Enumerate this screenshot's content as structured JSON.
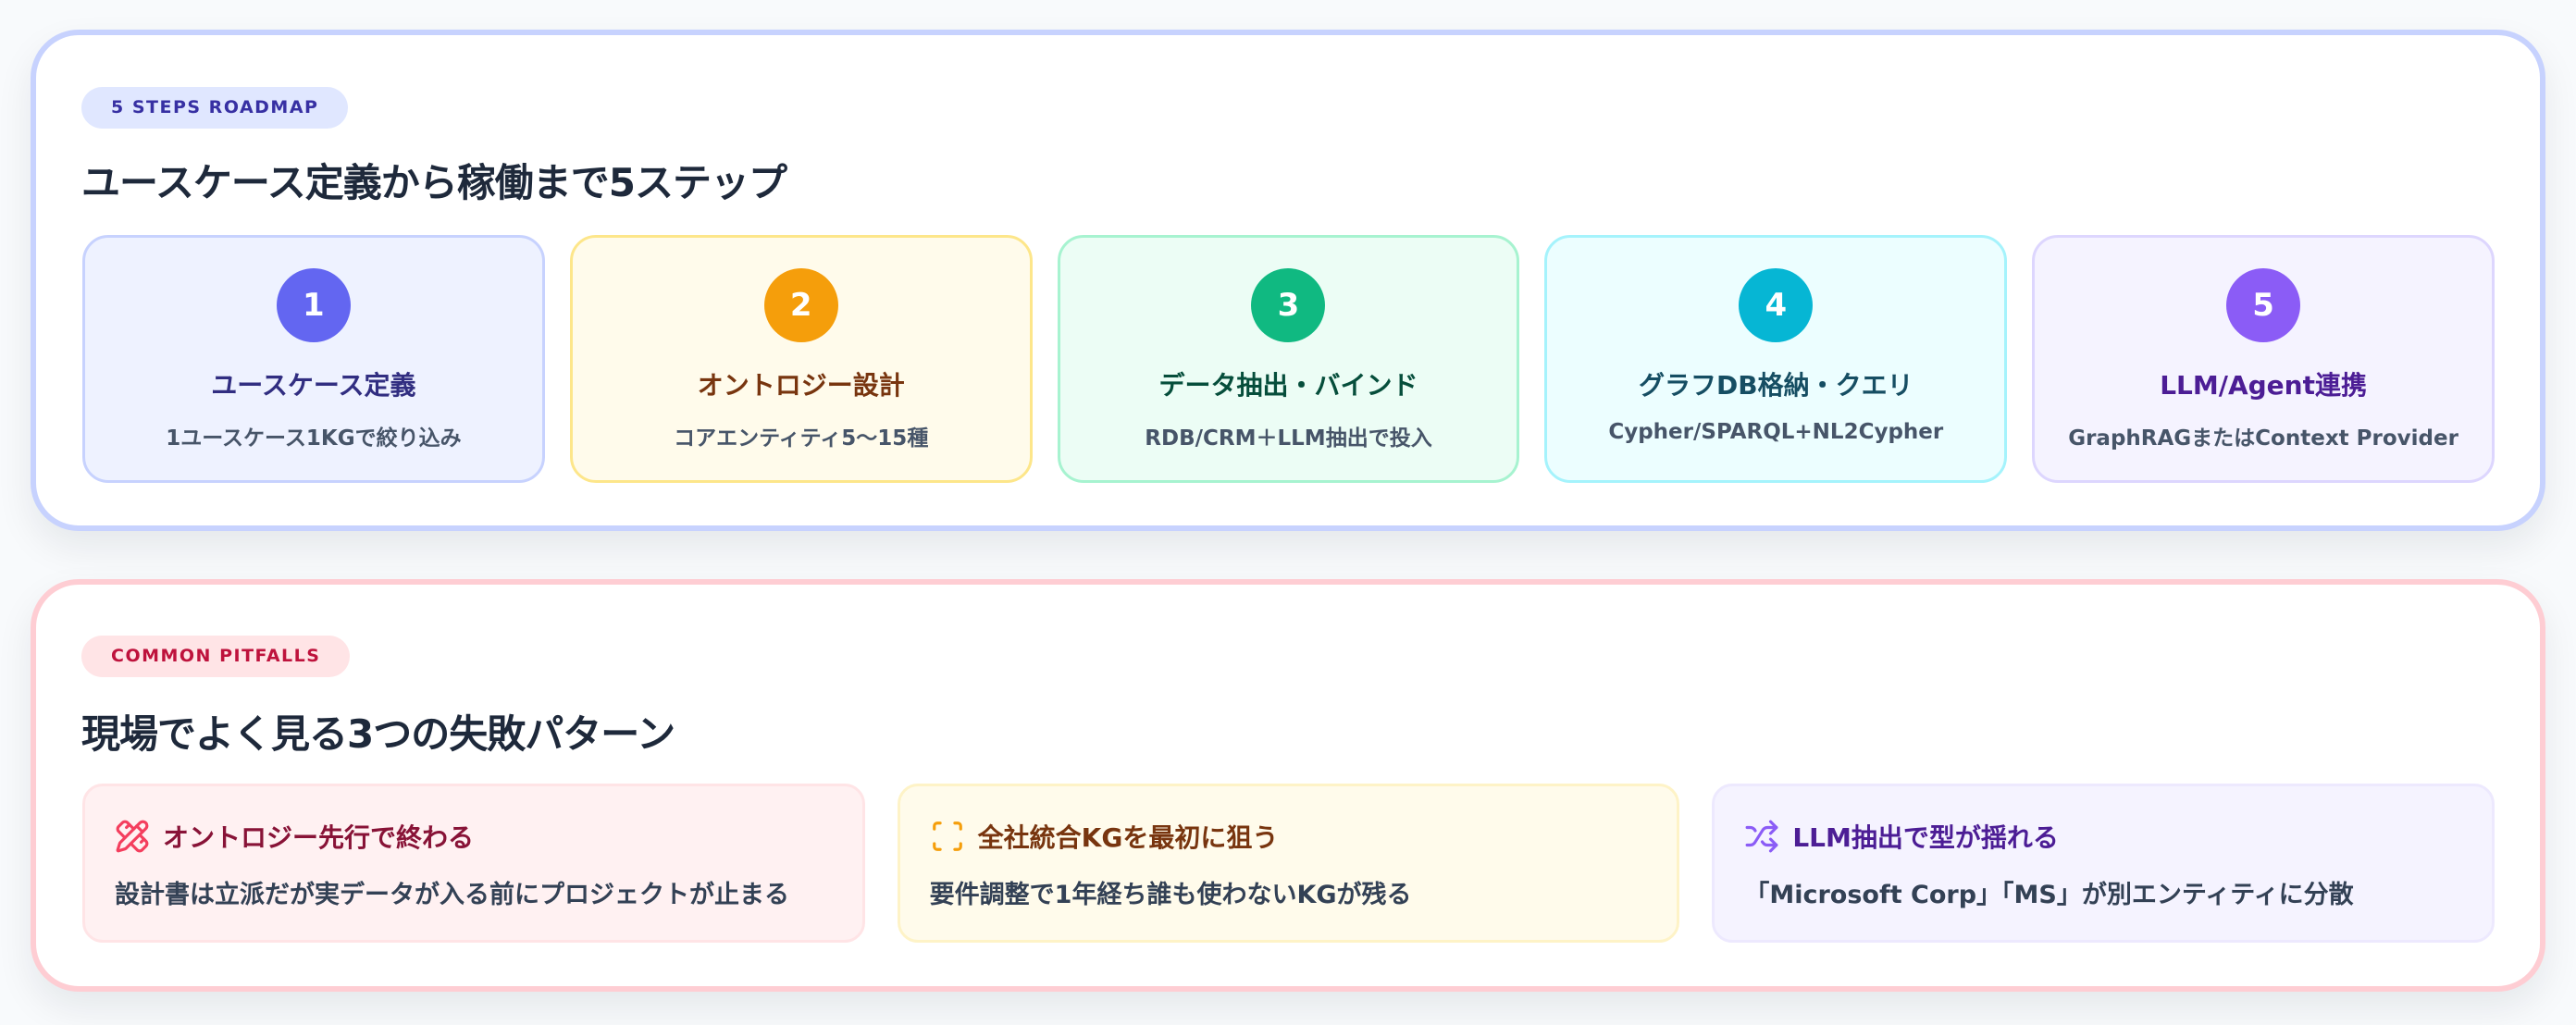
{
  "roadmap": {
    "badge": "5 STEPS ROADMAP",
    "title": "ユースケース定義から稼働まで5ステップ",
    "steps": [
      {
        "number": "1",
        "title": "ユースケース定義",
        "desc": "1ユースケース1KGで絞り込み",
        "accent": "#6366f1",
        "bg": "#eef2ff",
        "border": "#c7d2fe",
        "title_color": "#312e81"
      },
      {
        "number": "2",
        "title": "オントロジー設計",
        "desc": "コアエンティティ5〜15種",
        "accent": "#f59e0b",
        "bg": "#fffbeb",
        "border": "#fde68a",
        "title_color": "#78350f"
      },
      {
        "number": "3",
        "title": "データ抽出・バインド",
        "desc": "RDB/CRM＋LLM抽出で投入",
        "accent": "#10b981",
        "bg": "#ecfdf5",
        "border": "#a7f3d0",
        "title_color": "#064e3b"
      },
      {
        "number": "4",
        "title": "グラフDB格納・クエリ",
        "desc": "Cypher/SPARQL+NL2Cypher",
        "accent": "#06b6d4",
        "bg": "#ecfeff",
        "border": "#a5f3fc",
        "title_color": "#164e63"
      },
      {
        "number": "5",
        "title": "LLM/Agent連携",
        "desc": "GraphRAGまたはContext Provider",
        "accent": "#8b5cf6",
        "bg": "#f5f3ff",
        "border": "#ddd6fe",
        "title_color": "#4c1d95"
      }
    ]
  },
  "pitfalls": {
    "badge": "COMMON PITFALLS",
    "title": "現場でよく見る3つの失敗パターン",
    "items": [
      {
        "icon": "pencil-ruler-icon",
        "title": "オントロジー先行で終わる",
        "desc": "設計書は立派だが実データが入る前にプロジェクトが止まる",
        "icon_color": "#f43f5e",
        "bg": "#fff1f2",
        "border": "#ffe4e6",
        "title_color": "#881337"
      },
      {
        "icon": "scan-icon",
        "title": "全社統合KGを最初に狙う",
        "desc": "要件調整で1年経ち誰も使わないKGが残る",
        "icon_color": "#f59e0b",
        "bg": "#fffbeb",
        "border": "#fef3c7",
        "title_color": "#78350f"
      },
      {
        "icon": "shuffle-icon",
        "title": "LLM抽出で型が揺れる",
        "desc": "「Microsoft Corp」「MS」が別エンティティに分散",
        "icon_color": "#8b5cf6",
        "bg": "#f5f3ff",
        "border": "#ede9fe",
        "title_color": "#4c1d95"
      }
    ]
  }
}
